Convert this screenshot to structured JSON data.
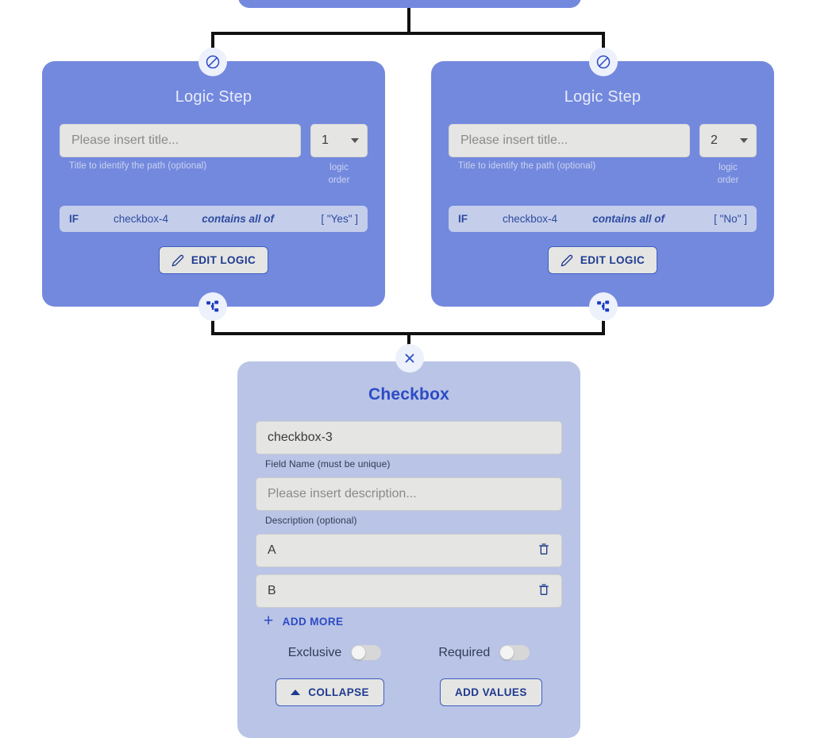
{
  "canvas": {
    "background": "#ffffff",
    "connector_color": "#111111"
  },
  "parent_card": {
    "name": "parent-node",
    "color": "#7389de"
  },
  "logic_steps": [
    {
      "title": "Logic Step",
      "title_placeholder": "Please insert title...",
      "title_value": "",
      "title_helper": "Title to identify the path (optional)",
      "order_value": "1",
      "order_helper_line1": "logic",
      "order_helper_line2": "order",
      "condition": {
        "keyword": "IF",
        "field": "checkbox-4",
        "operator": "contains all of",
        "value": "[ \"Yes\" ]"
      },
      "edit_button": "EDIT LOGIC",
      "top_badge_icon": "block-circle-slash-icon",
      "bottom_badge_icon": "hierarchy-icon"
    },
    {
      "title": "Logic Step",
      "title_placeholder": "Please insert title...",
      "title_value": "",
      "title_helper": "Title to identify the path (optional)",
      "order_value": "2",
      "order_helper_line1": "logic",
      "order_helper_line2": "order",
      "condition": {
        "keyword": "IF",
        "field": "checkbox-4",
        "operator": "contains all of",
        "value": "[ \"No\" ]"
      },
      "edit_button": "EDIT LOGIC",
      "top_badge_icon": "block-circle-slash-icon",
      "bottom_badge_icon": "hierarchy-icon"
    }
  ],
  "checkbox_panel": {
    "close_badge_icon": "close-x-icon",
    "title": "Checkbox",
    "field_name": {
      "value": "checkbox-3",
      "helper": "Field Name (must be unique)"
    },
    "description": {
      "placeholder": "Please insert description...",
      "value": "",
      "helper": "Description (optional)"
    },
    "values": [
      {
        "text": "A",
        "delete_icon": "trash-icon"
      },
      {
        "text": "B",
        "delete_icon": "trash-icon"
      }
    ],
    "add_more_label": "ADD MORE",
    "add_more_icon": "plus-icon",
    "toggles": [
      {
        "label": "Exclusive",
        "state": "off"
      },
      {
        "label": "Required",
        "state": "off"
      }
    ],
    "actions": [
      {
        "label": "COLLAPSE",
        "icon": "chevron-up-icon"
      },
      {
        "label": "ADD VALUES",
        "icon": ""
      }
    ],
    "accent_color": "#2d4bc4",
    "panel_color": "#b9c4e6"
  }
}
